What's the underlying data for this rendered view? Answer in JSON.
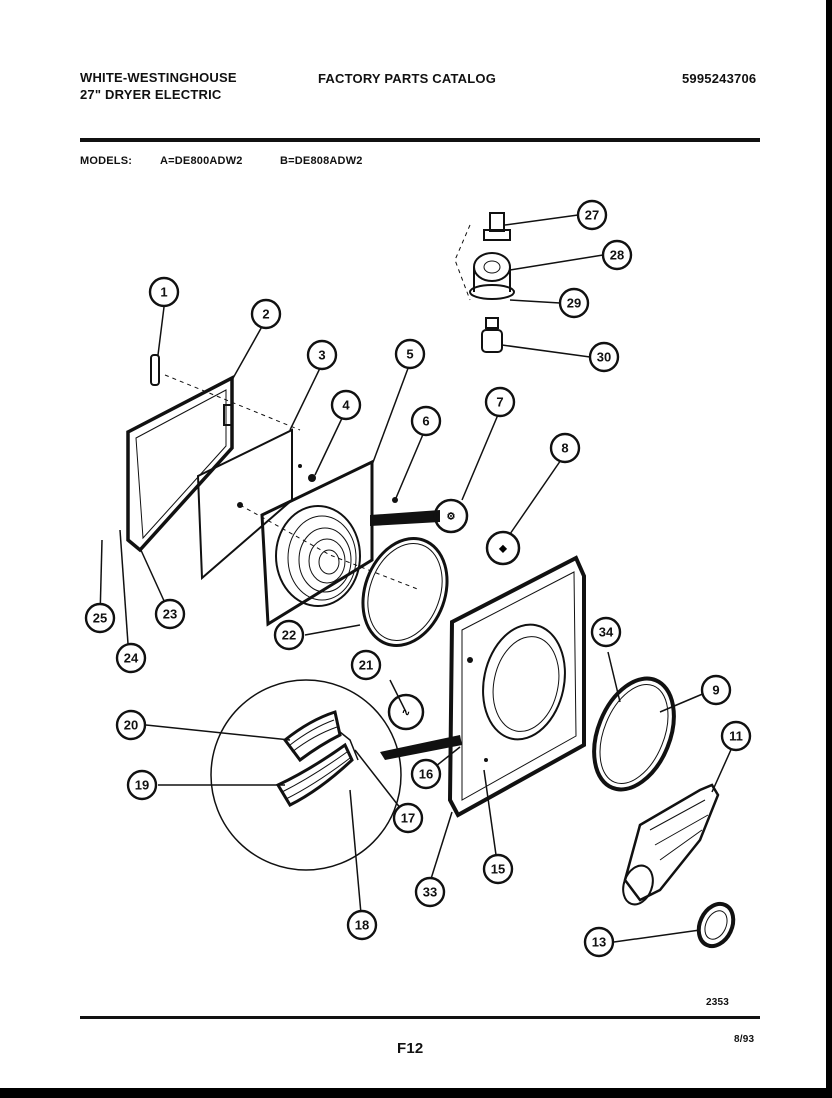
{
  "header": {
    "brand": "WHITE-WESTINGHOUSE",
    "model_line": "27\" DRYER ELECTRIC",
    "catalog_title": "FACTORY PARTS CATALOG",
    "catalog_number": "5995243706"
  },
  "models": {
    "label": "MODELS:",
    "model_a": "A=DE800ADW2",
    "model_b": "B=DE808ADW2"
  },
  "callouts": [
    {
      "id": "c1",
      "label": "1"
    },
    {
      "id": "c2",
      "label": "2"
    },
    {
      "id": "c3",
      "label": "3"
    },
    {
      "id": "c4",
      "label": "4"
    },
    {
      "id": "c5",
      "label": "5"
    },
    {
      "id": "c6",
      "label": "6"
    },
    {
      "id": "c7",
      "label": "7"
    },
    {
      "id": "c8",
      "label": "8"
    },
    {
      "id": "c9",
      "label": "9"
    },
    {
      "id": "c11",
      "label": "11"
    },
    {
      "id": "c13",
      "label": "13"
    },
    {
      "id": "c15",
      "label": "15"
    },
    {
      "id": "c16",
      "label": "16"
    },
    {
      "id": "c17",
      "label": "17"
    },
    {
      "id": "c18",
      "label": "18"
    },
    {
      "id": "c19",
      "label": "19"
    },
    {
      "id": "c20",
      "label": "20"
    },
    {
      "id": "c21",
      "label": "21"
    },
    {
      "id": "c22",
      "label": "22"
    },
    {
      "id": "c23",
      "label": "23"
    },
    {
      "id": "c24",
      "label": "24"
    },
    {
      "id": "c25",
      "label": "25"
    },
    {
      "id": "c27",
      "label": "27"
    },
    {
      "id": "c28",
      "label": "28"
    },
    {
      "id": "c29",
      "label": "29"
    },
    {
      "id": "c30",
      "label": "30"
    },
    {
      "id": "c33",
      "label": "33"
    },
    {
      "id": "c34",
      "label": "34"
    }
  ],
  "footer": {
    "drawing_number": "2353",
    "page": "F12",
    "date": "8/93"
  }
}
